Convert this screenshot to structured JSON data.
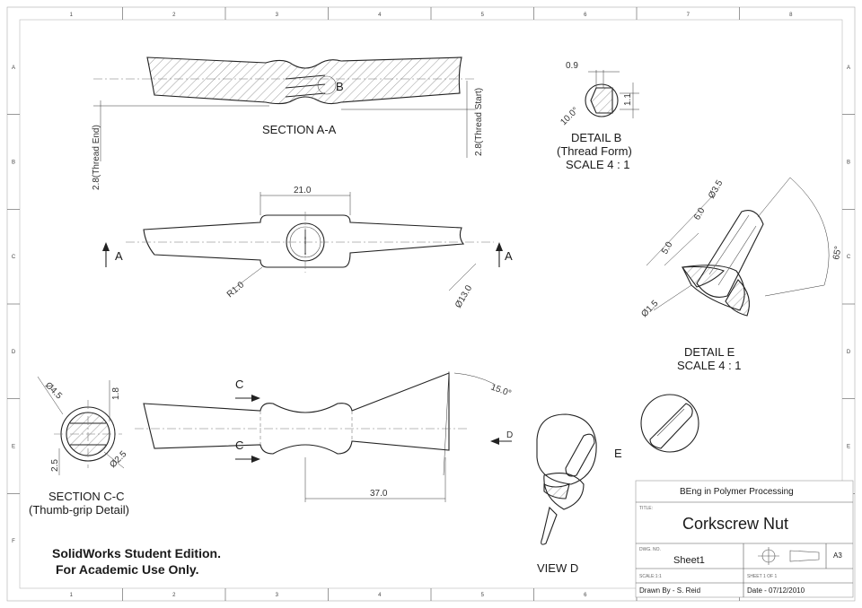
{
  "sheet": {
    "zone_columns": [
      "1",
      "2",
      "3",
      "4",
      "5",
      "6",
      "7",
      "8"
    ],
    "zone_rows": [
      "A",
      "B",
      "C",
      "D",
      "E",
      "F"
    ]
  },
  "views": {
    "section_aa": "SECTION A-A",
    "section_aa_callout": "B",
    "thread_end": "2.8(Thread End)",
    "thread_start": "2.8(Thread Start)",
    "detail_b_title": "DETAIL B",
    "detail_b_subtitle": "(Thread Form)",
    "detail_b_scale": "SCALE 4 : 1",
    "detail_b_dims": [
      "0.9",
      "1.1",
      "10.0°"
    ],
    "front_dims": [
      "21.0",
      "R1.0",
      "Ø13.0"
    ],
    "section_arrow_left": "A",
    "section_arrow_right": "A",
    "detail_e_title": "DETAIL E",
    "detail_e_scale": "SCALE 4 : 1",
    "detail_e_dims": [
      "Ø3.5",
      "6.0",
      "5.0",
      "Ø1.5",
      "65°"
    ],
    "section_cc_title": "SECTION C-C",
    "section_cc_subtitle": "(Thumb-grip Detail)",
    "section_cc_dims": [
      "Ø4.5",
      "1.8",
      "2.5",
      "Ø2.5"
    ],
    "bottom_dims": [
      "15.0°",
      "37.0"
    ],
    "cut_label_top": "C",
    "cut_label_bottom": "C",
    "view_arrow": "D",
    "view_d_title": "VIEW D",
    "callout_e": "E"
  },
  "watermark": {
    "line1": "SolidWorks Student Edition.",
    "line2": "For Academic Use Only."
  },
  "title_block": {
    "company": "BEng in Polymer Processing",
    "title_field": "TITLE:",
    "title": "Corkscrew Nut",
    "dwg_field": "DWG. NO.",
    "dwg_no": "Sheet1",
    "size": "A3",
    "scale_field": "SCALE:1:1",
    "sheet_field": "SHEET 1 OF 1",
    "drawn_by": "Drawn By - S. Reid",
    "date": "Date - 07/12/2010"
  }
}
